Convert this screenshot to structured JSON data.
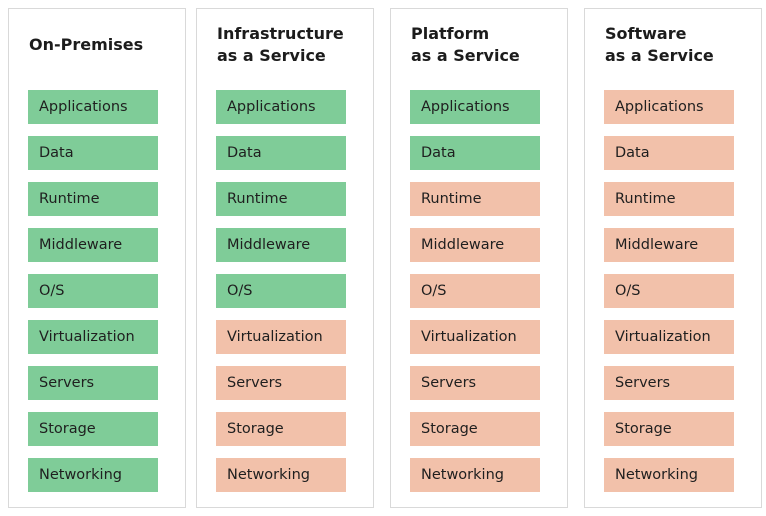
{
  "colors": {
    "you_manage": "#7fcc98",
    "vendor_manages": "#f2c1aa",
    "border": "#d9d9d9"
  },
  "columns": [
    {
      "title": "On-Premises",
      "layers": [
        {
          "label": "Applications",
          "managed": "you"
        },
        {
          "label": "Data",
          "managed": "you"
        },
        {
          "label": "Runtime",
          "managed": "you"
        },
        {
          "label": "Middleware",
          "managed": "you"
        },
        {
          "label": "O/S",
          "managed": "you"
        },
        {
          "label": "Virtualization",
          "managed": "you"
        },
        {
          "label": "Servers",
          "managed": "you"
        },
        {
          "label": "Storage",
          "managed": "you"
        },
        {
          "label": "Networking",
          "managed": "you"
        }
      ]
    },
    {
      "title": "Infrastructure\nas a Service",
      "layers": [
        {
          "label": "Applications",
          "managed": "you"
        },
        {
          "label": "Data",
          "managed": "you"
        },
        {
          "label": "Runtime",
          "managed": "you"
        },
        {
          "label": "Middleware",
          "managed": "you"
        },
        {
          "label": "O/S",
          "managed": "you"
        },
        {
          "label": "Virtualization",
          "managed": "vendor"
        },
        {
          "label": "Servers",
          "managed": "vendor"
        },
        {
          "label": "Storage",
          "managed": "vendor"
        },
        {
          "label": "Networking",
          "managed": "vendor"
        }
      ]
    },
    {
      "title": "Platform\nas a Service",
      "layers": [
        {
          "label": "Applications",
          "managed": "you"
        },
        {
          "label": "Data",
          "managed": "you"
        },
        {
          "label": "Runtime",
          "managed": "vendor"
        },
        {
          "label": "Middleware",
          "managed": "vendor"
        },
        {
          "label": "O/S",
          "managed": "vendor"
        },
        {
          "label": "Virtualization",
          "managed": "vendor"
        },
        {
          "label": "Servers",
          "managed": "vendor"
        },
        {
          "label": "Storage",
          "managed": "vendor"
        },
        {
          "label": "Networking",
          "managed": "vendor"
        }
      ]
    },
    {
      "title": "Software\nas a Service",
      "layers": [
        {
          "label": "Applications",
          "managed": "vendor"
        },
        {
          "label": "Data",
          "managed": "vendor"
        },
        {
          "label": "Runtime",
          "managed": "vendor"
        },
        {
          "label": "Middleware",
          "managed": "vendor"
        },
        {
          "label": "O/S",
          "managed": "vendor"
        },
        {
          "label": "Virtualization",
          "managed": "vendor"
        },
        {
          "label": "Servers",
          "managed": "vendor"
        },
        {
          "label": "Storage",
          "managed": "vendor"
        },
        {
          "label": "Networking",
          "managed": "vendor"
        }
      ]
    }
  ]
}
